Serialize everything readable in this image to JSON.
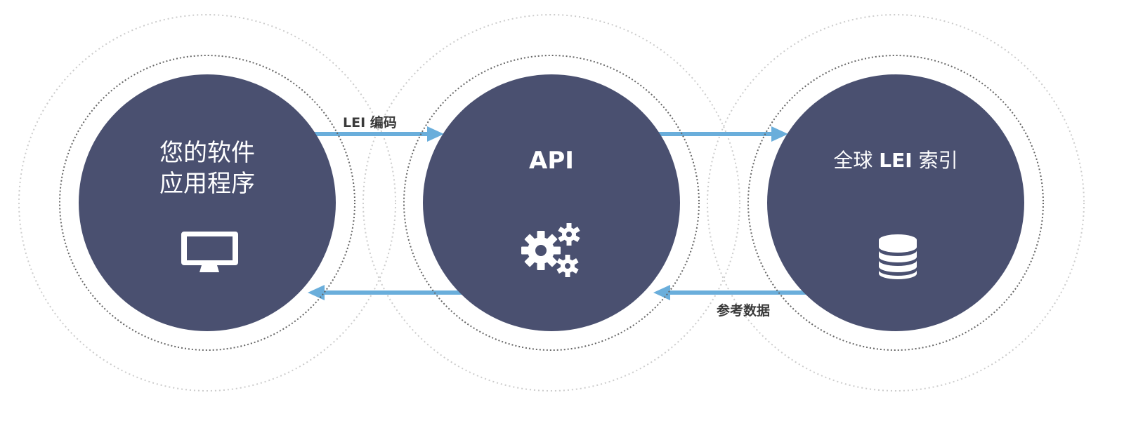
{
  "colors": {
    "node_fill": "#4a5070",
    "arrow": "#6aaedb",
    "ring_inner": "#666666",
    "ring_outer": "#c8c8c8",
    "label": "#3a3a3a"
  },
  "nodes": [
    {
      "id": "software",
      "title_line1": "您的软件",
      "title_line2": "应用程序",
      "icon": "monitor-icon"
    },
    {
      "id": "api",
      "title": "API",
      "icon": "gears-icon"
    },
    {
      "id": "index",
      "title_pre": "全球",
      "title_bold": "LEI",
      "title_post": "索引",
      "icon": "database-icon"
    }
  ],
  "edges": [
    {
      "from": "software",
      "to": "api",
      "label": "LEI 编码"
    },
    {
      "from": "api",
      "to": "index",
      "label": ""
    },
    {
      "from": "index",
      "to": "api",
      "label": "参考数据"
    },
    {
      "from": "api",
      "to": "software",
      "label": ""
    }
  ]
}
